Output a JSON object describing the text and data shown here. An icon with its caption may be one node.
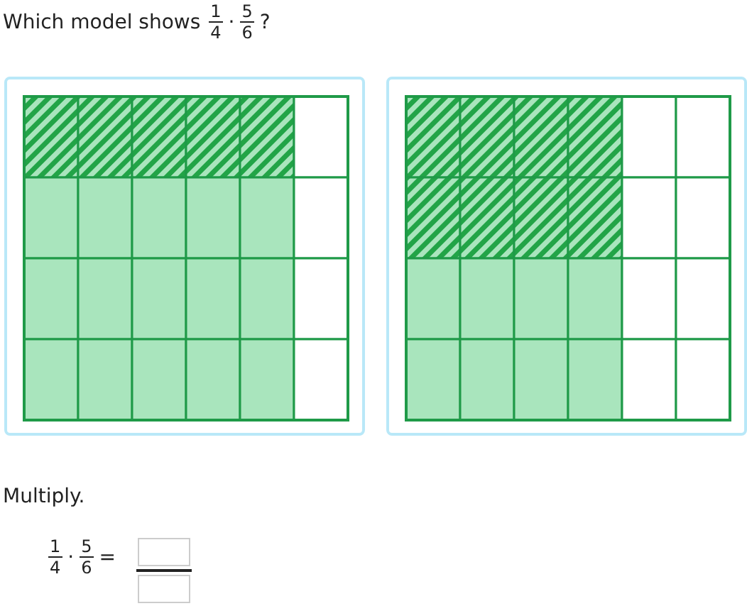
{
  "diagram": {
    "title": "Which model shows",
    "nodes": [
      {
        "text": [],
        "shape": "box"
      },
      {
        "text": [],
        "shape": "box"
      }
    ],
    "edges": [],
    "labels": [
      "1",
      "4",
      "·",
      "5",
      "6",
      "?",
      "Multiply.",
      "1",
      "4",
      "·",
      "5",
      "6",
      "="
    ]
  }
}
